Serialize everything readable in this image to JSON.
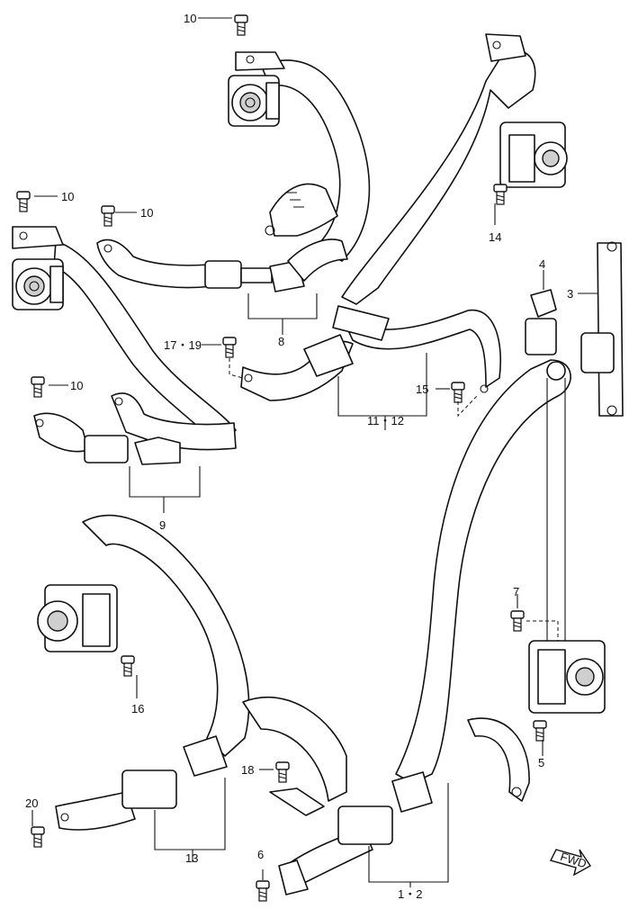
{
  "labels": {
    "callout_1_2": "1・2",
    "callout_3": "3",
    "callout_4": "4",
    "callout_5": "5",
    "callout_6": "6",
    "callout_7": "7",
    "callout_8": "8",
    "callout_9": "9",
    "callout_10_a": "10",
    "callout_10_b": "10",
    "callout_10_c": "10",
    "callout_10_d": "10",
    "callout_11_12": "11・12",
    "callout_13": "13",
    "callout_14": "14",
    "callout_15": "15",
    "callout_16": "16",
    "callout_17_19": "17・19",
    "callout_18": "18",
    "callout_20": "20"
  },
  "front_badge": {
    "icon": "front-arrow-icon",
    "text": "FWD"
  }
}
